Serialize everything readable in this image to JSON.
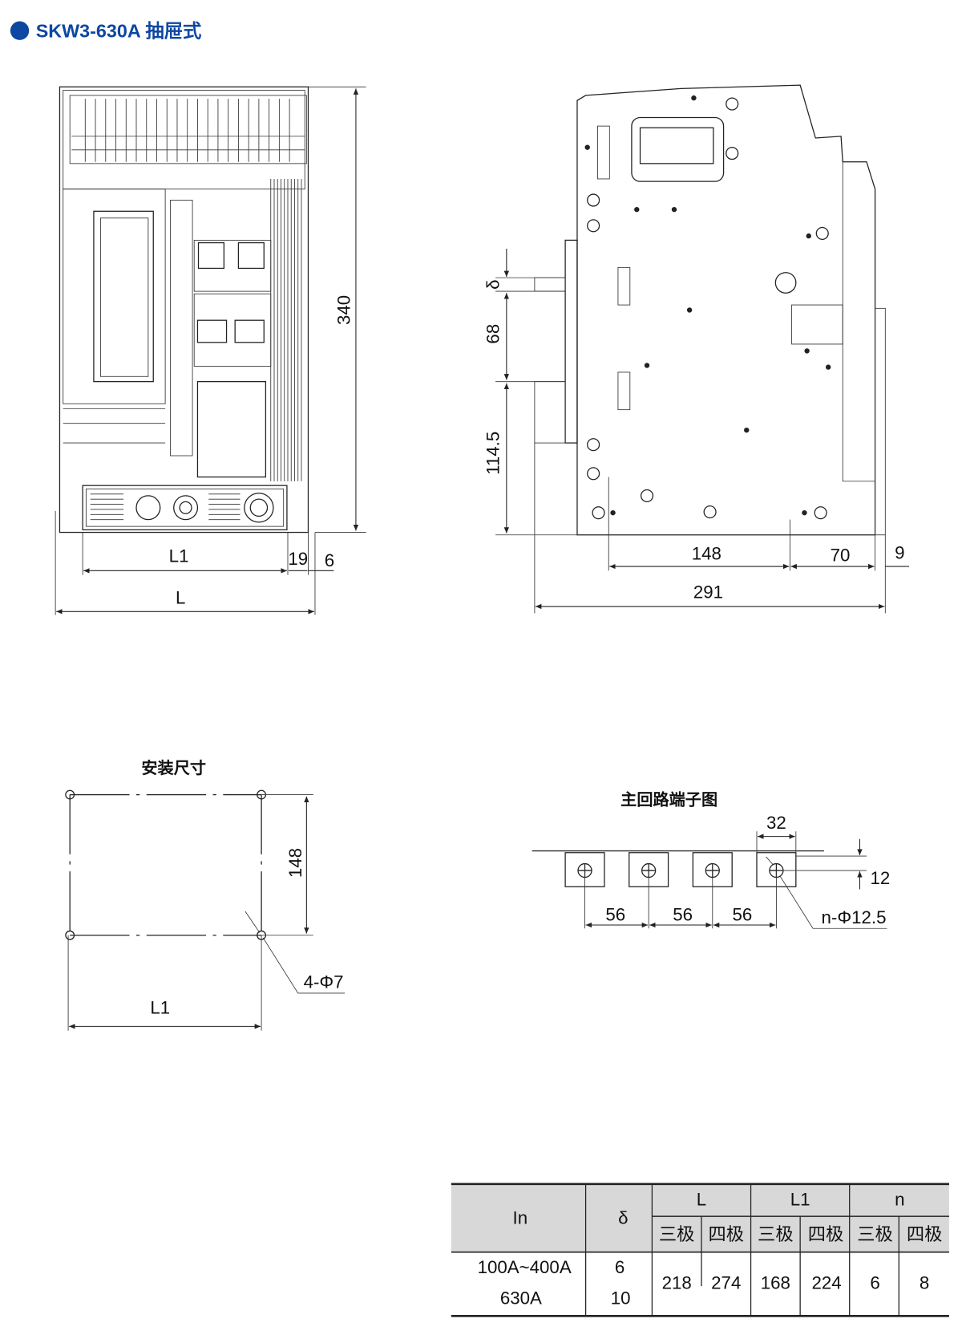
{
  "header": {
    "title": "SKW3-630A 抽屉式",
    "accent_color": "#0d47a1"
  },
  "front_view": {
    "dims": {
      "height": "340",
      "l1": "L1",
      "d19": "19",
      "d6": "6",
      "l": "L"
    }
  },
  "side_view": {
    "dims": {
      "delta": "δ",
      "d68": "68",
      "d114": "114.5",
      "d148": "148",
      "d70": "70",
      "d9": "9",
      "d291": "291"
    }
  },
  "mounting": {
    "title": "安装尺寸",
    "dims": {
      "d148": "148",
      "holes": "4-Φ7",
      "l1": "L1"
    }
  },
  "terminal": {
    "title": "主回路端子图",
    "dims": {
      "d32": "32",
      "d12": "12",
      "s1": "56",
      "s2": "56",
      "s3": "56",
      "holes": "n-Φ12.5"
    }
  },
  "table": {
    "headers": {
      "in": "In",
      "delta": "δ",
      "l": "L",
      "l1": "L1",
      "n": "n"
    },
    "sub": [
      "三极",
      "四极",
      "三极",
      "四极",
      "三极",
      "四极"
    ],
    "rows": {
      "in1": "100A~400A",
      "in2": "630A",
      "d1": "6",
      "d2": "10"
    },
    "values": [
      "218",
      "274",
      "168",
      "224",
      "6",
      "8"
    ]
  }
}
